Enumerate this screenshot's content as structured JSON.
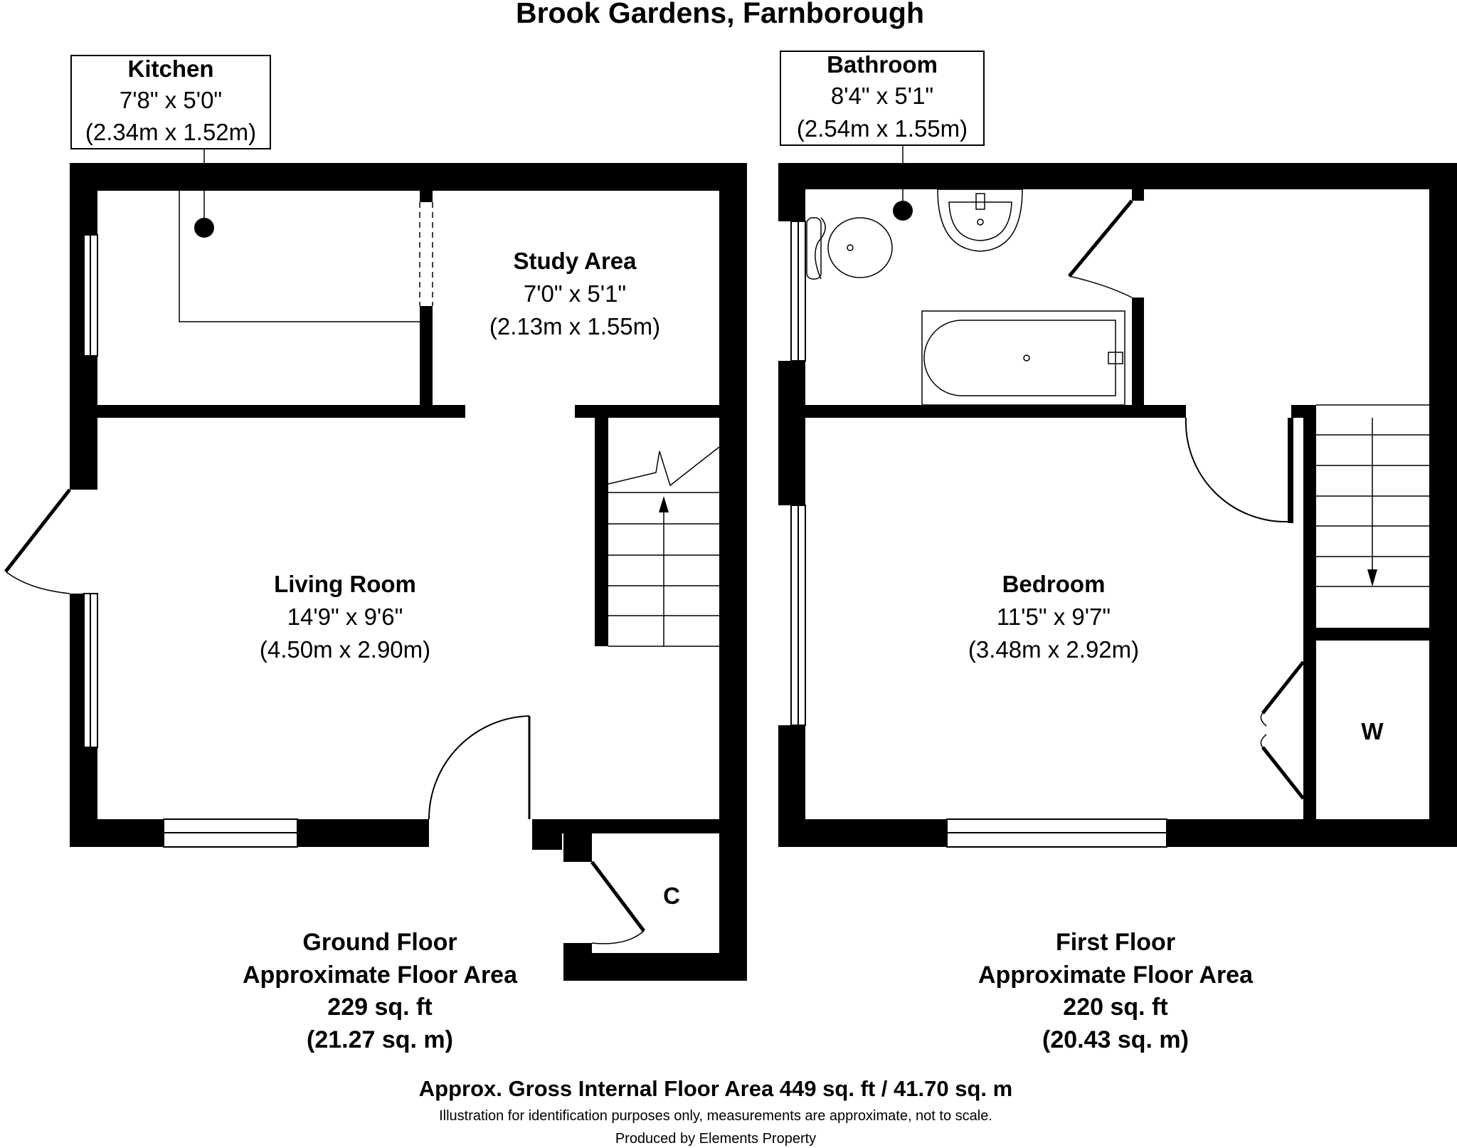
{
  "title": "Brook Gardens, Farnborough",
  "ground_floor": {
    "kitchen": {
      "name": "Kitchen",
      "imperial": "7'8\" x 5'0\"",
      "metric": "(2.34m x 1.52m)"
    },
    "study": {
      "name": "Study Area",
      "imperial": "7'0\" x 5'1\"",
      "metric": "(2.13m x 1.55m)"
    },
    "living": {
      "name": "Living Room",
      "imperial": "14'9\" x 9'6\"",
      "metric": "(4.50m x 2.90m)"
    },
    "cupboard": "C",
    "caption": {
      "line1": "Ground Floor",
      "line2": "Approximate Floor Area",
      "line3": "229 sq. ft",
      "line4": "(21.27 sq. m)"
    }
  },
  "first_floor": {
    "bathroom": {
      "name": "Bathroom",
      "imperial": "8'4\" x 5'1\"",
      "metric": "(2.54m x 1.55m)"
    },
    "bedroom": {
      "name": "Bedroom",
      "imperial": "11'5\" x 9'7\"",
      "metric": "(3.48m x 2.92m)"
    },
    "wardrobe": "W",
    "caption": {
      "line1": "First Floor",
      "line2": "Approximate Floor Area",
      "line3": "220 sq. ft",
      "line4": "(20.43 sq. m)"
    }
  },
  "footer": {
    "gross": "Approx. Gross Internal Floor Area 449 sq. ft / 41.70 sq. m",
    "disclaimer": "Illustration for identification purposes only, measurements are approximate, not to scale.",
    "credit": "Produced by Elements Property"
  }
}
